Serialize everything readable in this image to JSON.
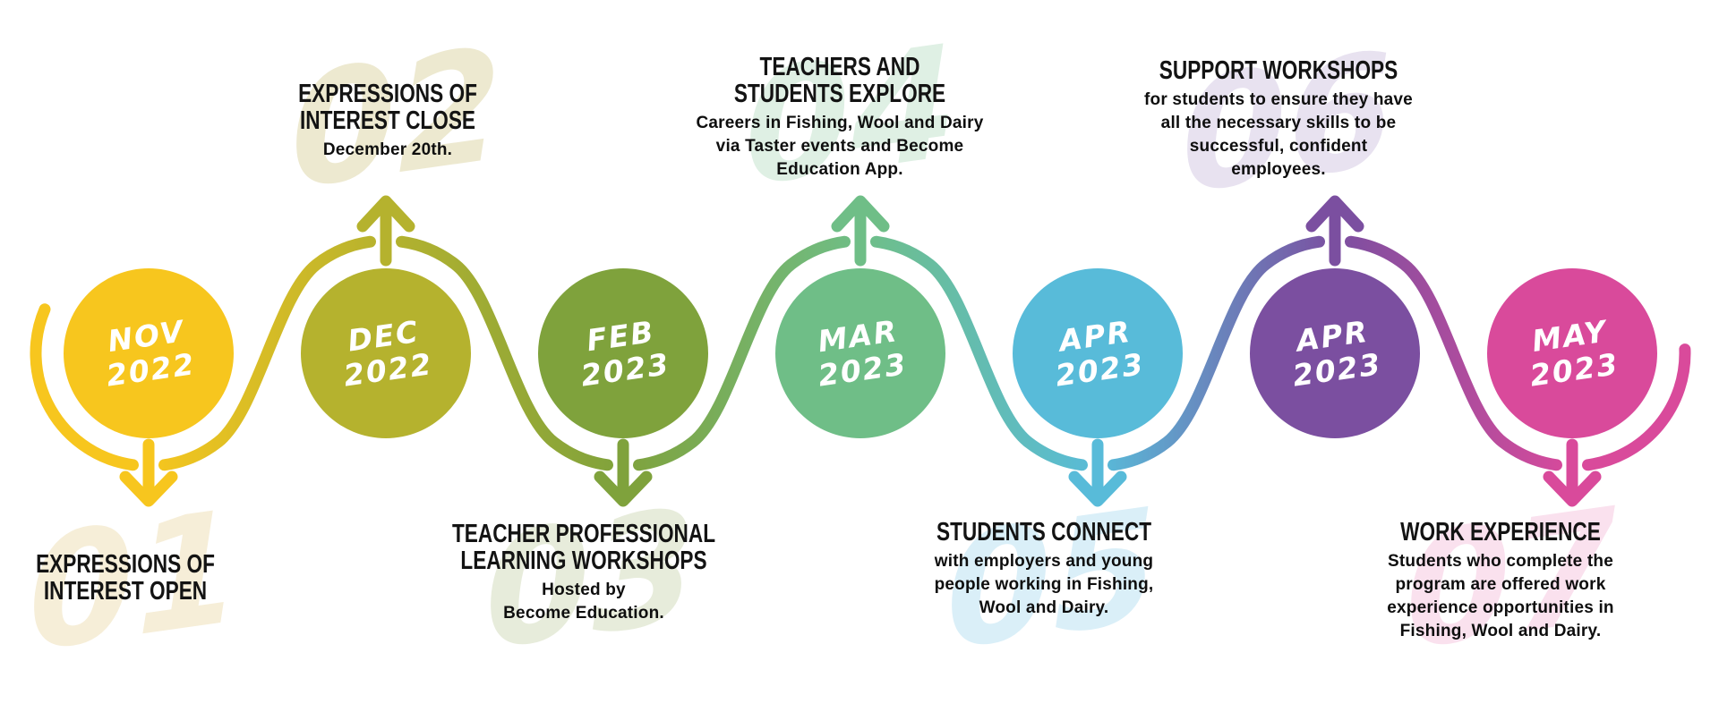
{
  "timeline": {
    "description": "Program timeline infographic",
    "nodes": [
      {
        "number": "01",
        "month": "NOV",
        "year": "2022",
        "color": "#F7C61E",
        "watermark_color": "#F6EED8",
        "direction": "down",
        "title_lines": [
          "EXPRESSIONS OF",
          "INTEREST OPEN"
        ],
        "body_lines": []
      },
      {
        "number": "02",
        "month": "DEC",
        "year": "2022",
        "color": "#B5B22E",
        "watermark_color": "#EDE9D0",
        "direction": "up",
        "title_lines": [
          "EXPRESSIONS OF",
          "INTEREST CLOSE"
        ],
        "body_lines": [
          "December 20th."
        ]
      },
      {
        "number": "03",
        "month": "FEB",
        "year": "2023",
        "color": "#7FA23C",
        "watermark_color": "#E7ECDB",
        "direction": "down",
        "title_lines": [
          "TEACHER PROFESSIONAL",
          "LEARNING WORKSHOPS"
        ],
        "body_lines": [
          "Hosted by",
          "Become Education."
        ]
      },
      {
        "number": "04",
        "month": "MAR",
        "year": "2023",
        "color": "#6FBE87",
        "watermark_color": "#DFF0E4",
        "direction": "up",
        "title_lines": [
          "TEACHERS AND",
          "STUDENTS EXPLORE"
        ],
        "body_lines": [
          "Careers in Fishing, Wool and Dairy",
          "via Taster events and Become",
          "Education App."
        ]
      },
      {
        "number": "05",
        "month": "APR",
        "year": "2023",
        "color": "#58BBD9",
        "watermark_color": "#DAEFF8",
        "direction": "down",
        "title_lines": [
          "STUDENTS CONNECT"
        ],
        "body_lines": [
          "with employers and young",
          "people working in Fishing,",
          "Wool and Dairy."
        ]
      },
      {
        "number": "06",
        "month": "APR",
        "year": "2023",
        "color": "#7B4FA0",
        "watermark_color": "#E8E2F0",
        "direction": "up",
        "title_lines": [
          "SUPPORT WORKSHOPS"
        ],
        "body_lines": [
          "for students to ensure they have",
          "all the necessary skills to be",
          "successful, confident",
          "employees."
        ]
      },
      {
        "number": "07",
        "month": "MAY",
        "year": "2023",
        "color": "#D94A9B",
        "watermark_color": "#FAE1EE",
        "direction": "down",
        "title_lines": [
          "WORK EXPERIENCE"
        ],
        "body_lines": [
          "Students who complete the",
          "program are offered work",
          "experience opportunities in",
          "Fishing, Wool and Dairy."
        ]
      }
    ]
  }
}
